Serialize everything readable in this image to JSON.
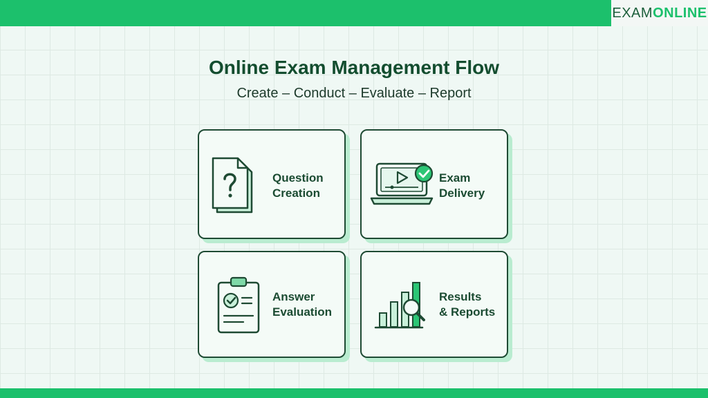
{
  "header": {
    "logo_part1": "EXAM",
    "logo_part2": "ONLINE"
  },
  "title": "Online Exam Management Flow",
  "subtitle": "Create – Conduct – Evaluate – Report",
  "cards": [
    {
      "line1": "Question",
      "line2": "Creation",
      "icon": "question-document-icon"
    },
    {
      "line1": "Exam",
      "line2": "Delivery",
      "icon": "laptop-video-check-icon"
    },
    {
      "line1": "Answer",
      "line2": "Evaluation",
      "icon": "clipboard-check-icon"
    },
    {
      "line1": "Results",
      "line2": "& Reports",
      "icon": "bar-chart-search-icon"
    }
  ],
  "colors": {
    "accent": "#1cc06c",
    "dark_green": "#134d2f",
    "card_shadow": "#b9ecd0",
    "icon_fill": "#c9f0da"
  }
}
